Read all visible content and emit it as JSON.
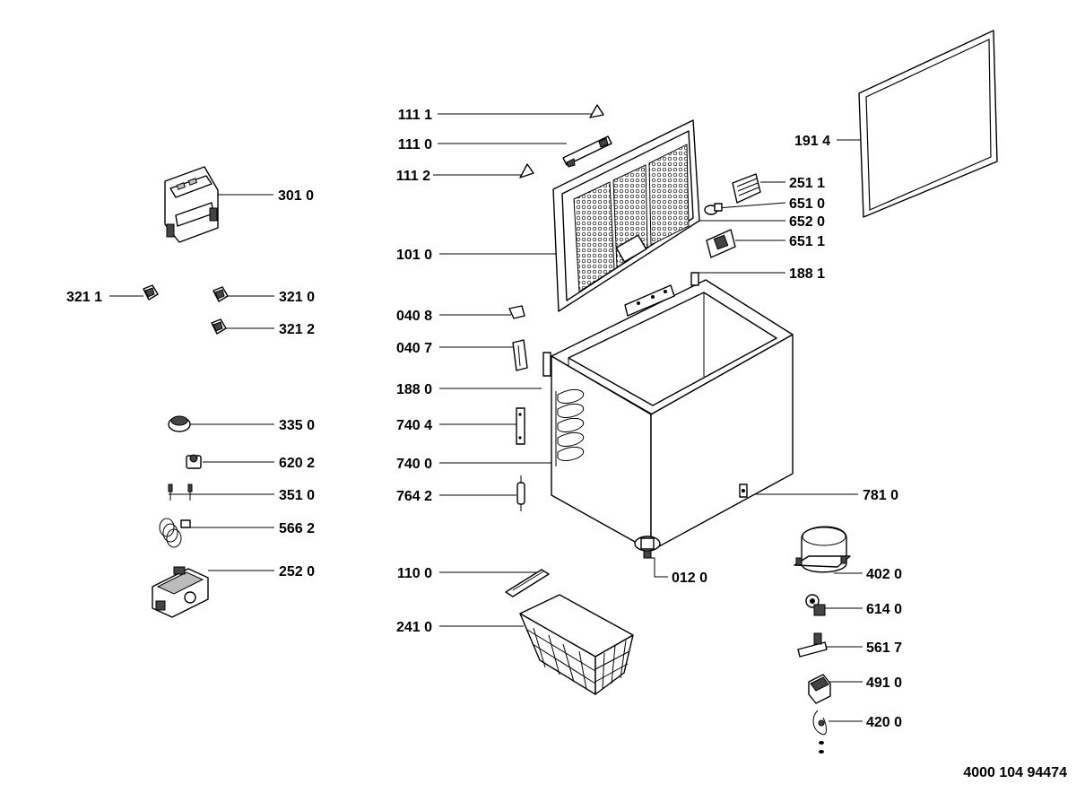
{
  "document_number": "4000 104 94474",
  "parts": [
    {
      "id": "p1111",
      "label": "111 1"
    },
    {
      "id": "p1110",
      "label": "111 0"
    },
    {
      "id": "p1112",
      "label": "111 2"
    },
    {
      "id": "p1010",
      "label": "101 0"
    },
    {
      "id": "p0408",
      "label": "040 8"
    },
    {
      "id": "p0407",
      "label": "040 7"
    },
    {
      "id": "p1880",
      "label": "188 0"
    },
    {
      "id": "p7404",
      "label": "740 4"
    },
    {
      "id": "p7400",
      "label": "740 0"
    },
    {
      "id": "p7642",
      "label": "764 2"
    },
    {
      "id": "p1100",
      "label": "110 0"
    },
    {
      "id": "p2410",
      "label": "241 0"
    },
    {
      "id": "p3010",
      "label": "301 0"
    },
    {
      "id": "p3211",
      "label": "321 1"
    },
    {
      "id": "p3210",
      "label": "321 0"
    },
    {
      "id": "p3212",
      "label": "321 2"
    },
    {
      "id": "p3350",
      "label": "335 0"
    },
    {
      "id": "p6202",
      "label": "620 2"
    },
    {
      "id": "p3510",
      "label": "351 0"
    },
    {
      "id": "p5662",
      "label": "566 2"
    },
    {
      "id": "p2520",
      "label": "252 0"
    },
    {
      "id": "p1914",
      "label": "191 4"
    },
    {
      "id": "p2511",
      "label": "251 1"
    },
    {
      "id": "p6510",
      "label": "651 0"
    },
    {
      "id": "p6520",
      "label": "652 0"
    },
    {
      "id": "p6511",
      "label": "651 1"
    },
    {
      "id": "p1881",
      "label": "188 1"
    },
    {
      "id": "p7810",
      "label": "781 0"
    },
    {
      "id": "p0120",
      "label": "012 0"
    },
    {
      "id": "p4020",
      "label": "402 0"
    },
    {
      "id": "p6140",
      "label": "614 0"
    },
    {
      "id": "p5617",
      "label": "561 7"
    },
    {
      "id": "p4910",
      "label": "491 0"
    },
    {
      "id": "p4200",
      "label": "420 0"
    }
  ]
}
